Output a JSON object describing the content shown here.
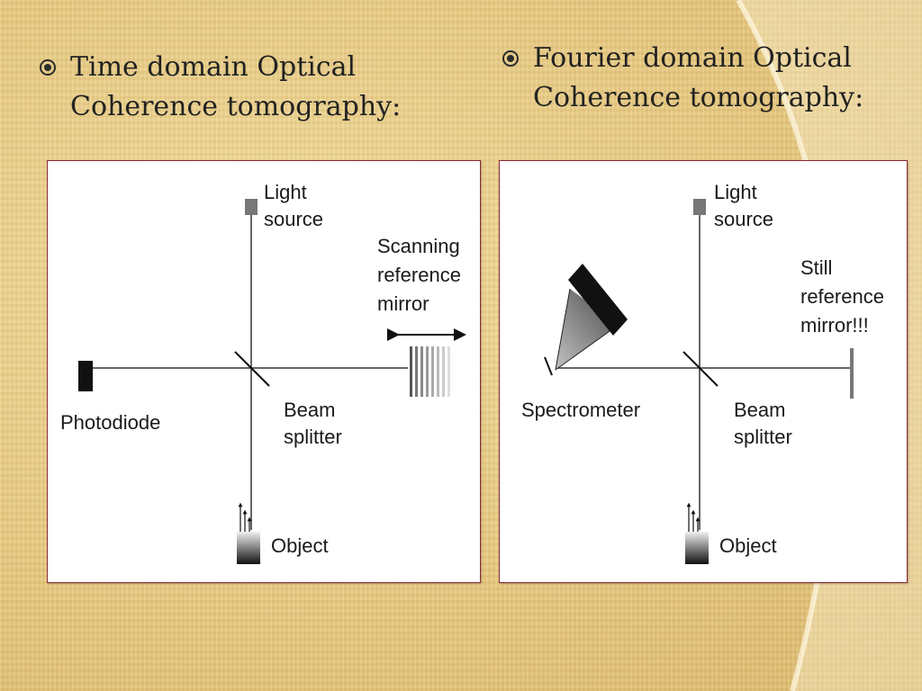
{
  "bullets": {
    "left": "Time domain Optical\nCoherence tomography:",
    "right": "Fourier domain Optical\nCoherence tomography:"
  },
  "diagrams": {
    "time_domain": {
      "light_source": [
        "Light",
        "source"
      ],
      "reference_mirror": [
        "Scanning",
        "reference",
        "mirror"
      ],
      "detector": "Photodiode",
      "beam_splitter": [
        "Beam",
        "splitter"
      ],
      "object": "Object"
    },
    "fourier_domain": {
      "light_source": [
        "Light",
        "source"
      ],
      "reference_mirror": [
        "Still",
        "reference",
        "mirror!!!"
      ],
      "detector": "Spectrometer",
      "beam_splitter": [
        "Beam",
        "splitter"
      ],
      "object": "Object"
    }
  },
  "colors": {
    "bullet_mark": "#2c2c2c",
    "panel_border": "#8a2a3a",
    "ray": "#333333",
    "component": "#111111"
  }
}
